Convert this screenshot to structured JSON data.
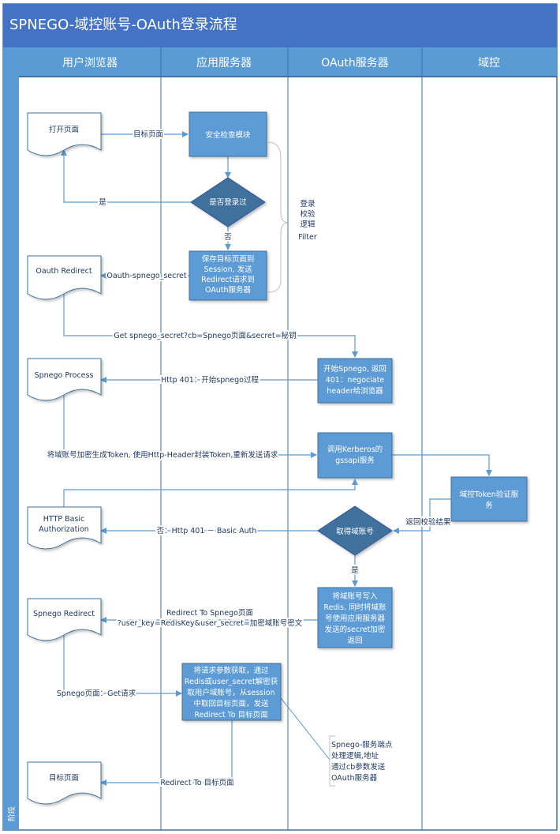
{
  "title": "SPNEGO-域控账号-OAuth登录流程",
  "lanes": [
    "用户浏览器",
    "应用服务器",
    "OAuth服务器",
    "域控"
  ],
  "phase_label": "阶段",
  "nodes": {
    "open_page": "打开页面",
    "security_check": "安全检查模块",
    "is_logged_in": "是否登录过",
    "save_target": [
      "保存目标页面到",
      "Session, 发送",
      "Redirect请求到",
      "OAuth服务器"
    ],
    "oauth_redirect": "Oauth Redirect",
    "start_spnego": [
      "开始Spnego, 返回",
      "401：negociate",
      "header给浏览器"
    ],
    "spnego_process": "Spnego Process",
    "call_kerberos": [
      "调用Kerberos的",
      "gssapi服务"
    ],
    "dc_token_verify": [
      "域控Token验证服",
      "务"
    ],
    "http_basic": [
      "HTTP Basic",
      "Authorization"
    ],
    "get_domain_account": "取得域账号",
    "write_redis": [
      "将域账号写入",
      "Redis, 同时将域账",
      "号使用应用服务器",
      "发送的secret加密",
      "返回"
    ],
    "spnego_redirect": "Spnego Redirect",
    "fetch_params": [
      "将请求参数获取，通过",
      "Redis或user_secret解密获",
      "取用户域账号，从session",
      "中取回目标页面，发送",
      "Redirect To 目标页面"
    ],
    "target_page": "目标页面"
  },
  "edge_labels": {
    "target_page": "目标页面",
    "yes": "是",
    "no": "否",
    "oauth_secret": "Oauth-spnego_secret",
    "get_spnego": "Get spnego_secret?cb=Spnego页面&secret=秘钥",
    "http401": "Http 401：开始spnego过程",
    "encrypt_token": "将域账号加密生成Token, 使用Http-Header封装Token,重新发送请求",
    "return_verify": "返回校验结果",
    "no_basic": "否：Http 401 － Basic Auth",
    "yes2": "是",
    "redirect_spnego": [
      "Redirect To Spnego页面",
      "?user_key=RedisKey&user_secret=加密域账号密文"
    ],
    "spnego_get": "Spnego页面：Get请求",
    "redirect_target": "Redirect To 目标页面"
  },
  "annotations": {
    "login_filter": [
      "登录",
      "校验",
      "逻辑",
      "Filter"
    ],
    "spnego_note": [
      "Spnego-服务端点",
      "处理逻辑,地址",
      "通过cb参数发送",
      "OAuth服务器"
    ]
  },
  "colors": {
    "header": "#4472c4",
    "lane_header": "#5b9bd5",
    "node": "#5b9bd5",
    "edge": "#5b9bd5",
    "text": "#1f3864"
  }
}
